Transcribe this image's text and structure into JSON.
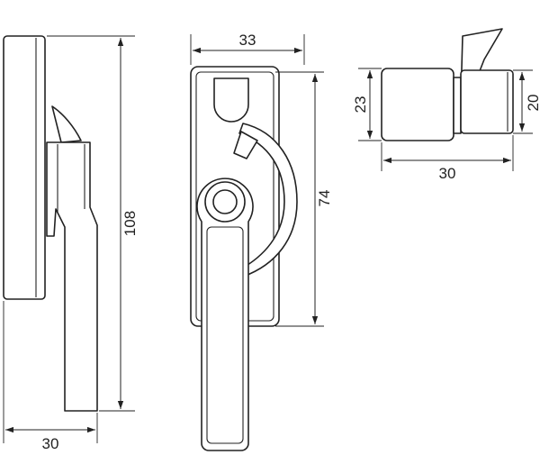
{
  "dimensions": {
    "side_width": "30",
    "side_height": "108",
    "front_width": "33",
    "front_height": "74",
    "top_width": "30",
    "top_height_left": "23",
    "top_height_right": "20"
  }
}
